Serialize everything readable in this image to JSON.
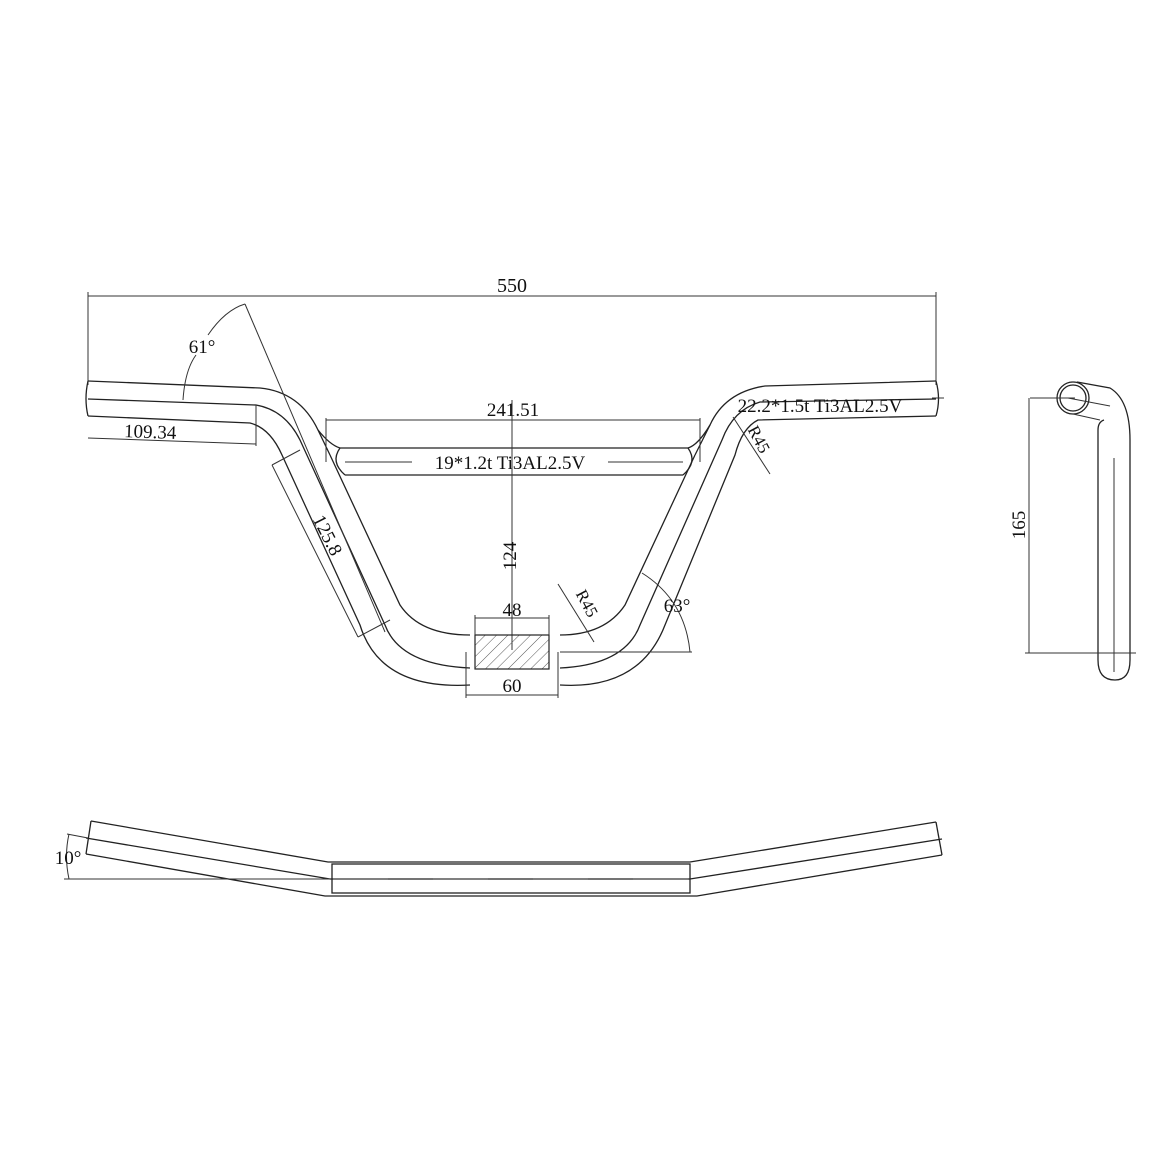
{
  "drawing": {
    "title": "BMX handlebar technical drawing",
    "front_view": {
      "overall_width": "550",
      "angle_left": "61°",
      "grip_length": "109.34",
      "crossbar_length": "241.51",
      "crossbar_spec": "19*1.2t Ti3AL2.5V",
      "main_tube_spec": "22.2*1.5t Ti3AL2.5V",
      "bend_radius_upper": "R45",
      "bend_radius_lower": "R45",
      "riser_length": "125.8",
      "rise_height": "124",
      "angle_right": "63°",
      "clamp_knurl_width": "48",
      "clamp_width": "60"
    },
    "side_view": {
      "height": "165"
    },
    "top_view": {
      "backsweep_angle": "10°"
    }
  },
  "colors": {
    "line": "#222222",
    "hatch": "#555555",
    "background": "#ffffff"
  }
}
